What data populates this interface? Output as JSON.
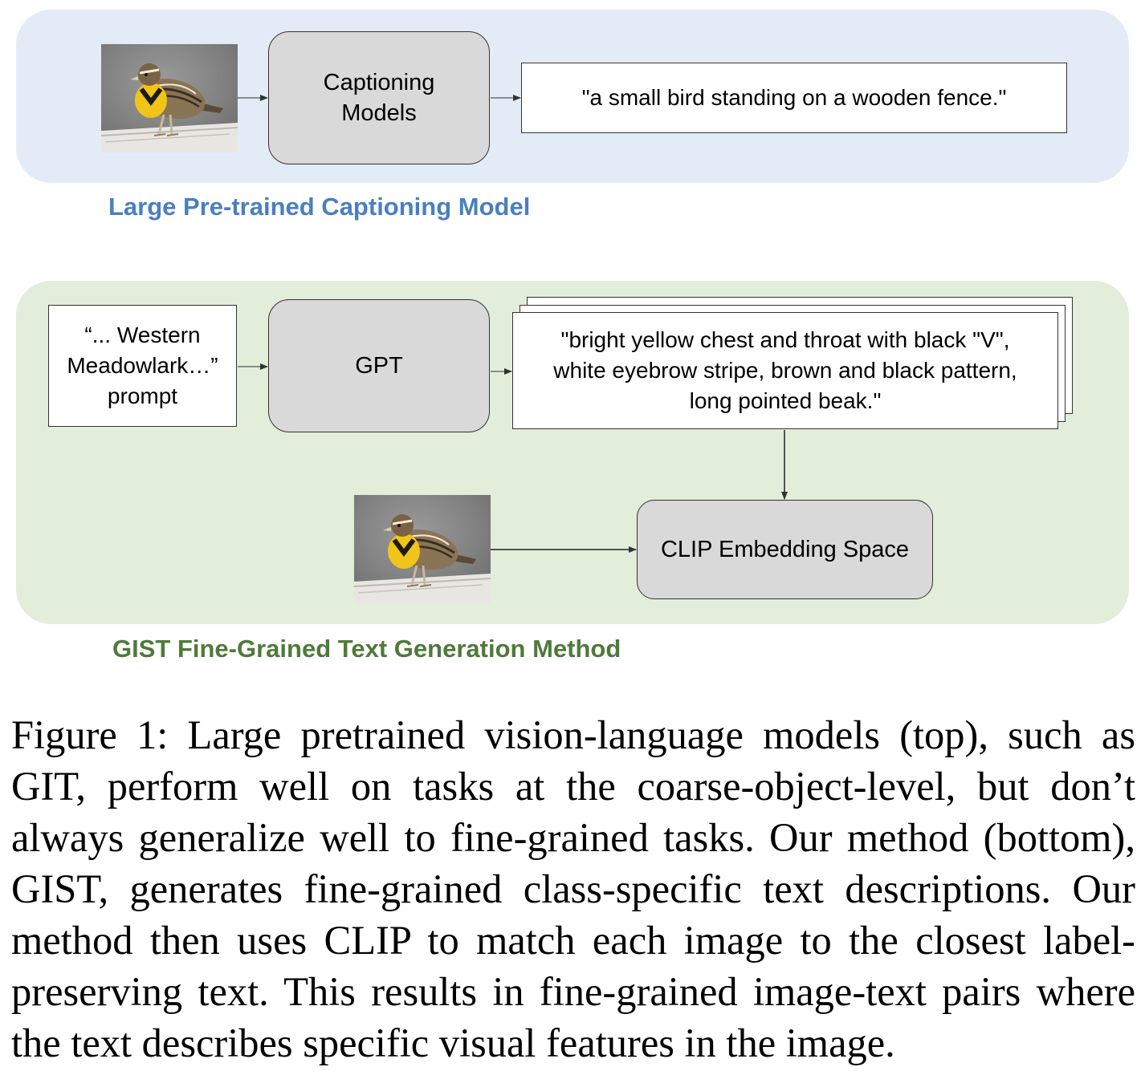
{
  "top_section": {
    "label": "Large Pre-trained Captioning Model",
    "label_color": "#4a7fbf",
    "model_label_line1": "Captioning",
    "model_label_line2": "Models",
    "caption_output": "\"a small bird standing on a wooden fence.\""
  },
  "bottom_section": {
    "label": "GIST Fine-Grained Text Generation Method",
    "label_color": "#4f7a3a",
    "prompt_line1": "“... Western",
    "prompt_line2": "Meadowlark…”",
    "prompt_line3": "prompt",
    "gpt_label": "GPT",
    "description_line1": "\"bright yellow chest and throat with black \"V\",",
    "description_line2": "white eyebrow stripe, brown and black pattern,",
    "description_line3": "long pointed beak.\"",
    "clip_label": "CLIP Embedding Space"
  },
  "figure_caption": "Figure 1: Large pretrained vision-language models (top), such as GIT, perform well on tasks at the coarse-object-level, but don’t always generalize well to fine-grained tasks. Our method (bottom), GIST, generates fine-grained class-specific text descriptions. Our method then uses CLIP to match each image to the closest label-preserving text. This results in fine-grained image-text pairs where the text describes specific visual features in the image.",
  "colors": {
    "top_panel_bg": "#e3ecf6",
    "bottom_panel_bg": "#e2edda",
    "model_box_bg": "#d9d9d9"
  },
  "icons": [
    "bird-photo",
    "arrow-right",
    "arrow-down"
  ]
}
